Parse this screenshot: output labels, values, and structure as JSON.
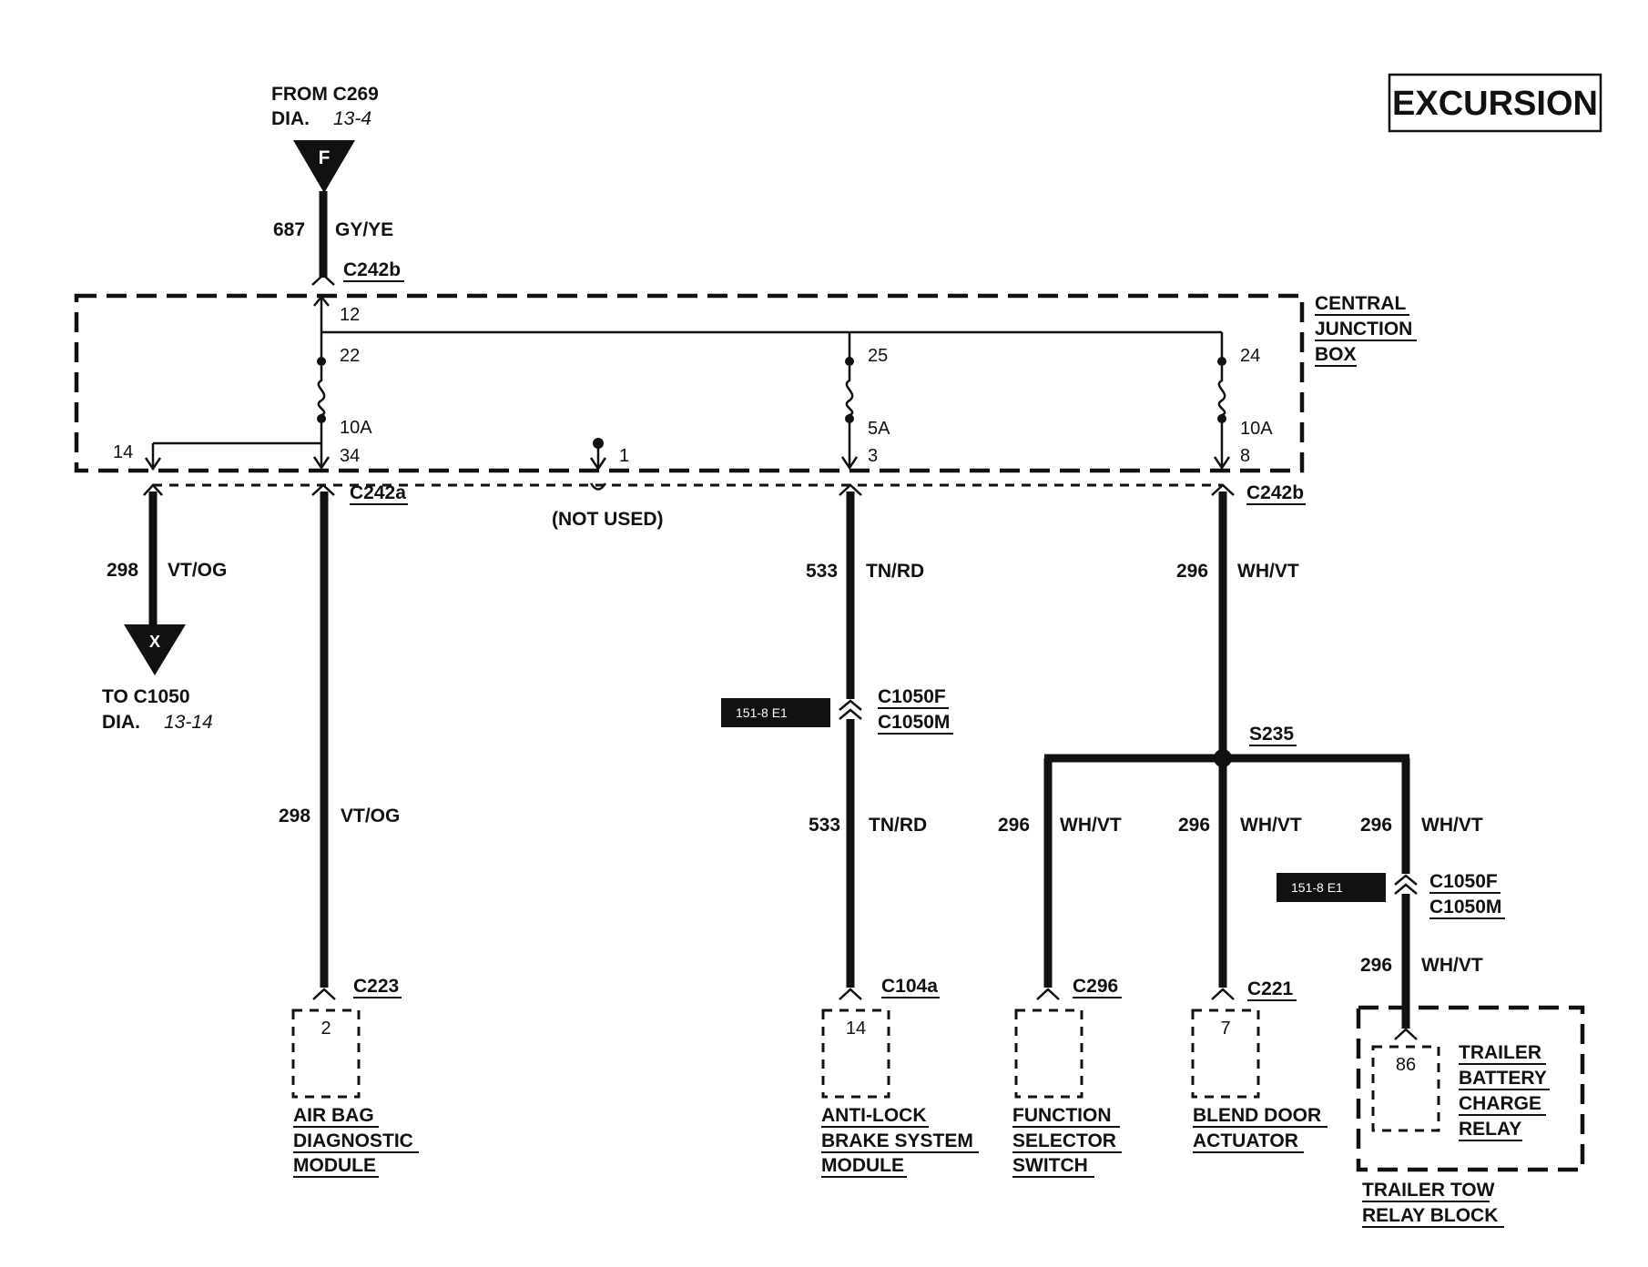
{
  "title_badge": "EXCURSION",
  "from": {
    "line1": "FROM C269",
    "dia_label": "DIA.",
    "dia_ref": "13-4",
    "symbol": "F"
  },
  "to": {
    "line1": "TO C1050",
    "dia_label": "DIA.",
    "dia_ref": "13-14",
    "symbol": "X"
  },
  "central_junction_box": {
    "line1": "CENTRAL",
    "line2": "JUNCTION",
    "line3": "BOX"
  },
  "connectors": {
    "c242b_top": "C242b",
    "c242a": "C242a",
    "c242b_bottom": "C242b",
    "c1050f_a": "C1050F",
    "c1050m_a": "C1050M",
    "c1050f_b": "C1050F",
    "c1050m_b": "C1050M",
    "s235": "S235",
    "c223": "C223",
    "c104a": "C104a",
    "c296": "C296",
    "c221": "C221"
  },
  "pins": {
    "p12": "12",
    "p22": "22",
    "p25": "25",
    "p24": "24",
    "p14": "14",
    "p34": "34",
    "p1": "1",
    "p3": "3",
    "p8": "8"
  },
  "fuses": {
    "f1": "10A",
    "f2": "5A",
    "f3": "10A"
  },
  "not_used": "(NOT USED)",
  "wires": {
    "w687": {
      "circuit": "687",
      "color": "GY/YE"
    },
    "w298a": {
      "circuit": "298",
      "color": "VT/OG"
    },
    "w298b": {
      "circuit": "298",
      "color": "VT/OG"
    },
    "w533a": {
      "circuit": "533",
      "color": "TN/RD"
    },
    "w533b": {
      "circuit": "533",
      "color": "TN/RD"
    },
    "w296a": {
      "circuit": "296",
      "color": "WH/VT"
    },
    "w296b": {
      "circuit": "296",
      "color": "WH/VT"
    },
    "w296c": {
      "circuit": "296",
      "color": "WH/VT"
    },
    "w296d": {
      "circuit": "296",
      "color": "WH/VT"
    },
    "w296e": {
      "circuit": "296",
      "color": "WH/VT"
    }
  },
  "tags": {
    "t1": "151-8 E1",
    "t2": "151-8 E1"
  },
  "components": {
    "airbag": {
      "pin": "2",
      "line1": "AIR BAG",
      "line2": "DIAGNOSTIC",
      "line3": "MODULE"
    },
    "abs": {
      "pin": "14",
      "line1": "ANTI-LOCK",
      "line2": "BRAKE SYSTEM",
      "line3": "MODULE"
    },
    "function": {
      "line1": "FUNCTION",
      "line2": "SELECTOR",
      "line3": "SWITCH"
    },
    "blend": {
      "pin": "7",
      "line1": "BLEND DOOR",
      "line2": "ACTUATOR"
    },
    "relay": {
      "pin": "86",
      "line1": "TRAILER",
      "line2": "BATTERY",
      "line3": "CHARGE",
      "line4": "RELAY"
    },
    "relay_block": {
      "line1": "TRAILER TOW",
      "line2": "RELAY BLOCK"
    }
  }
}
